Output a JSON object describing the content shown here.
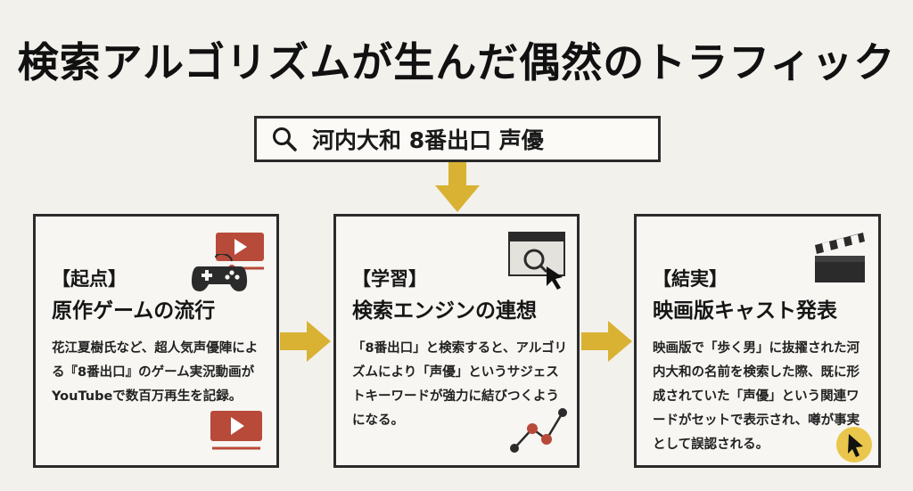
{
  "title": "検索アルゴリズムが生んだ偶然のトラフィック",
  "search": {
    "query": "河内大和 8番出口 声優",
    "icon": "search-icon"
  },
  "panels": [
    {
      "tag": "【起点】",
      "heading": "原作ゲームの流行",
      "body": "花江夏樹氏など、超人気声優陣による『8番出口』のゲーム実況動画がYouTubeで数百万再生を記録。",
      "icons": [
        "video-play-icon",
        "gamepad-icon",
        "video-play-icon"
      ]
    },
    {
      "tag": "【学習】",
      "heading": "検索エンジンの連想",
      "body": "「8番出口」と検索すると、アルゴリズムにより「声優」というサジェストキーワードが強力に結びつくようになる。",
      "icons": [
        "browser-search-icon",
        "network-graph-icon"
      ]
    },
    {
      "tag": "【結実】",
      "heading": "映画版キャスト発表",
      "body": "映画版で「歩く男」に抜擢された河内大和の名前を検索した際、既に形成されていた「声優」という関連ワードがセットで表示され、噂が事実として誤認される。",
      "icons": [
        "clapperboard-icon",
        "cursor-click-icon"
      ]
    }
  ],
  "colors": {
    "accent": "#d9b233",
    "red": "#b84a3a",
    "dark": "#2b2b2b",
    "background": "#f3f1ec"
  }
}
